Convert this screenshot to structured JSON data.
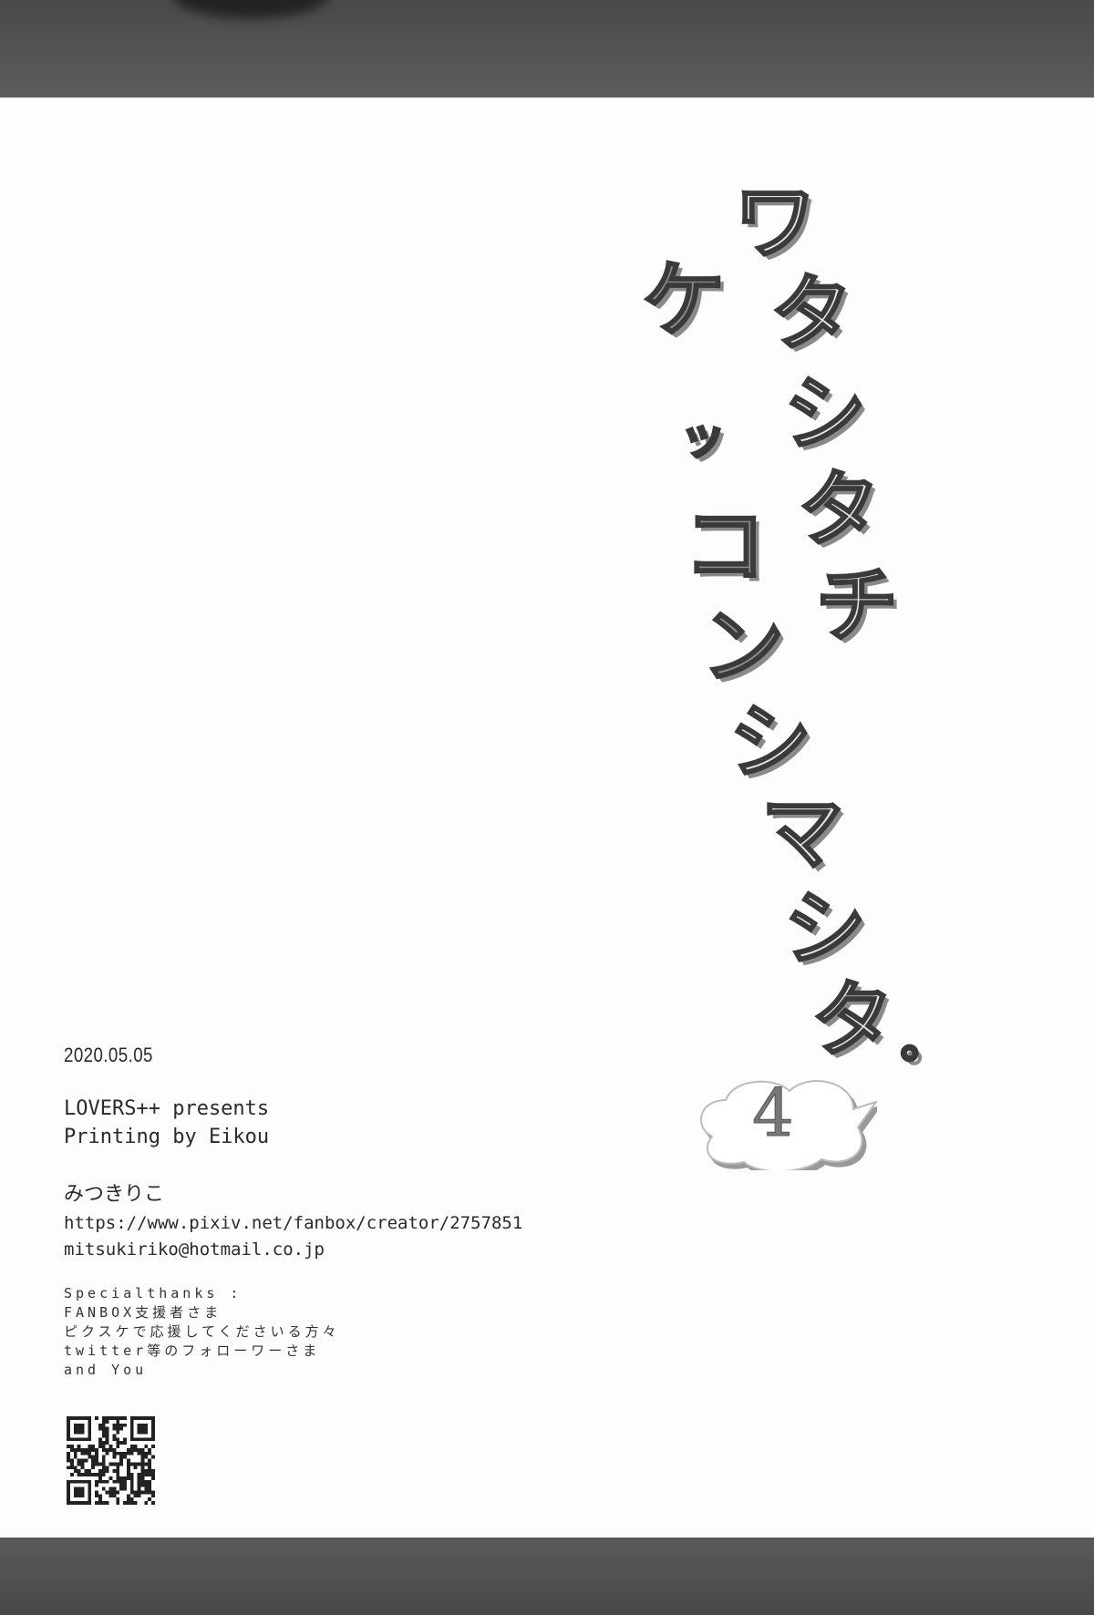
{
  "cover_title": {
    "column_right": [
      "ワ",
      "タ",
      "シ",
      "タ",
      "チ"
    ],
    "column_left": [
      "ケ",
      "ッ",
      "コ",
      "ン",
      "シ",
      "マ",
      "シ",
      "タ",
      "。"
    ],
    "full_title": "ワタシタチ ケッコンシマシタ。",
    "volume": "4"
  },
  "colophon": {
    "date": "2020.05.05",
    "circle": "LOVERS++ presents",
    "printer": "Printing by Eikou",
    "author": "みつきりこ",
    "url": "https://www.pixiv.net/fanbox/creator/2757851",
    "email": "mitsukiriko@hotmail.co.jp",
    "special_thanks_heading": "Specialthanks :",
    "special_thanks": [
      "FANBOX支援者さま",
      "ピクスケで応援してくださいる方々",
      "twitter等のフォローワーさま",
      "and You"
    ]
  },
  "colors": {
    "band": "#4f4f4f",
    "paper": "#fdfdfd",
    "title_fill": "#e4e4e4",
    "title_dark": "#8c8c8c"
  }
}
